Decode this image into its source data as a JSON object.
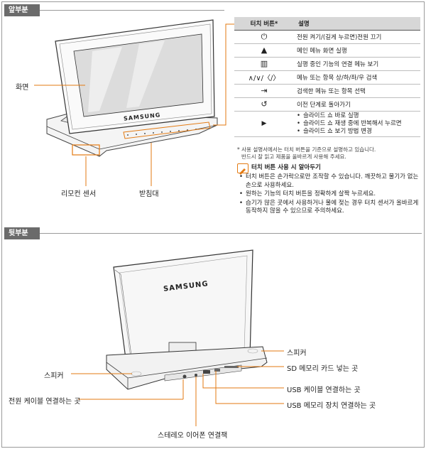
{
  "sections": {
    "front": "앞부분",
    "back": "뒷부분"
  },
  "front_labels": {
    "screen": "화면",
    "remote_sensor": "리모컨 센서",
    "stand": "받침대",
    "brand": "SAMSUNG"
  },
  "table": {
    "headers": [
      "터치 버튼*",
      "설명"
    ],
    "rows": [
      {
        "icon": "power-icon",
        "symbol": "⏻",
        "desc": "전원 켜기/(길게 누르면)전원 끄기"
      },
      {
        "icon": "home-icon",
        "symbol": "▲",
        "desc": "메인 메뉴 화면 실행"
      },
      {
        "icon": "menu-icon",
        "symbol": "▥",
        "desc": "실행 중인 기능의 연결 메뉴 보기"
      },
      {
        "icon": "arrows-icon",
        "symbol": "∧/∨/〈/〉",
        "desc": "메뉴 또는 항목 상/하/좌/우 검색"
      },
      {
        "icon": "enter-icon",
        "symbol": "⇥",
        "desc": "검색한 메뉴 또는 항목 선택"
      },
      {
        "icon": "back-icon",
        "symbol": "↺",
        "desc": "이전 단계로 돌아가기"
      },
      {
        "icon": "slideshow-icon",
        "symbol": "▶",
        "desc_list": [
          "슬라이드 쇼 바로 실행",
          "슬라이드 쇼 재생 중에 반복해서 누르면",
          "슬라이드 쇼 보기 방법 변경"
        ]
      }
    ]
  },
  "footnote": [
    "* 사용 설명서에서는 터치 버튼을 기준으로 설명하고 있습니다.",
    "반드시 잘 읽고 제품을 올바르게 사용해 주세요."
  ],
  "note": {
    "title": "터치 버튼 사용 시 알아두기",
    "items": [
      "터치 버튼은 손가락으로만 조작할 수 있습니다. 깨끗하고 물기가 없는 손으로 사용하세요.",
      "원하는 기능의 터치 버튼을 정확하게 살짝 누르세요.",
      "습기가 많은 곳에서 사용하거나 물에 젖는 경우 터치 센서가 올바르게 동작하지 않을 수 있으므로 주의하세요."
    ]
  },
  "back_labels": {
    "brand": "SAMSUNG",
    "speaker_right": "스피커",
    "speaker_left": "스피커",
    "sd_slot": "SD 메모리 카드 넣는 곳",
    "power_port": "전원 케이블 연결하는 곳",
    "usb_cable": "USB 케이블 연결하는 곳",
    "usb_memory": "USB 메모리 장치 연결하는 곳",
    "stereo_jack": "스테레오 이어폰 연결잭"
  },
  "colors": {
    "accent": "#e37a12",
    "tag_bg": "#6b6b6b",
    "table_header_bg": "#d7d7d7"
  }
}
